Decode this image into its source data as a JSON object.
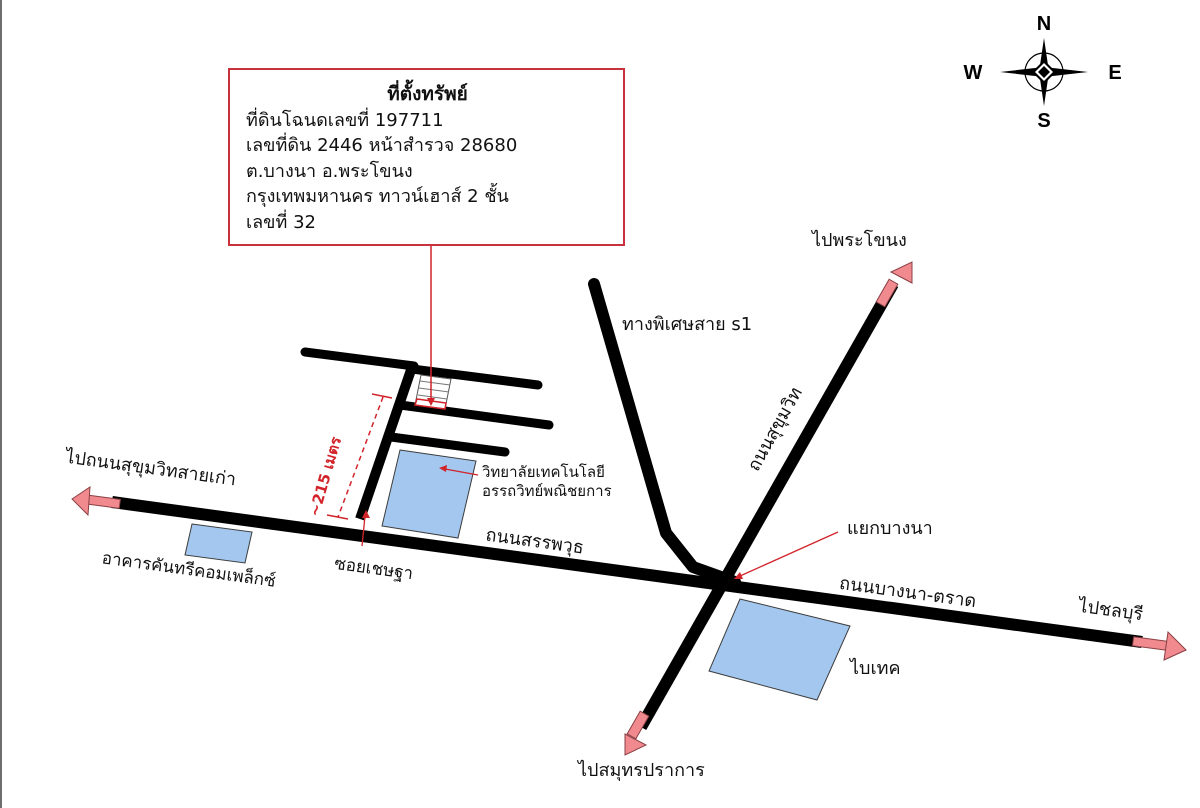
{
  "info_box": {
    "title": "ที่ตั้งทรัพย์",
    "lines": [
      "ที่ดินโฉนดเลขที่  197711",
      "เลขที่ดิน 2446  หน้าสำรวจ 28680",
      "ต.บางนา อ.พระโขนง",
      "กรุงเทพมหานคร ทาวน์เฮาส์ 2 ชั้น",
      "เลขที่ 32"
    ]
  },
  "compass": {
    "north": "N",
    "south": "S",
    "east": "E",
    "west": "W"
  },
  "labels": {
    "to_phra_khanong": "ไปพระโขนง",
    "expressway_s1": "ทางพิเศษสาย s1",
    "sukhumvit_road": "ถนนสุขุมวิท",
    "to_old_sukhumvit": "ไปถนนสุขุมวิทสายเก่า",
    "college": "วิทยาลัยเทคโนโลยี\nอรรถวิทย์พณิชยการ",
    "distance": "~215 เมตร",
    "sanphawut_road": "ถนนสรรพวุธ",
    "bangna_junction": "แยกบางนา",
    "soi_chetsada": "ซอยเชษฐา",
    "kantree_complex": "อาคารคันทรีคอมเพล็กซ์",
    "bangna_trat_road": "ถนนบางนา-ตราด",
    "to_chonburi": "ไปชลบุรี",
    "bitec": "ไบเทค",
    "to_samut_prakan": "ไปสมุทรปราการ"
  },
  "colors": {
    "road": "#000000",
    "arrow": "#f08a8f",
    "building": "#a3c7ee",
    "accent_red": "#d2232a",
    "box_border": "#c8323c"
  }
}
